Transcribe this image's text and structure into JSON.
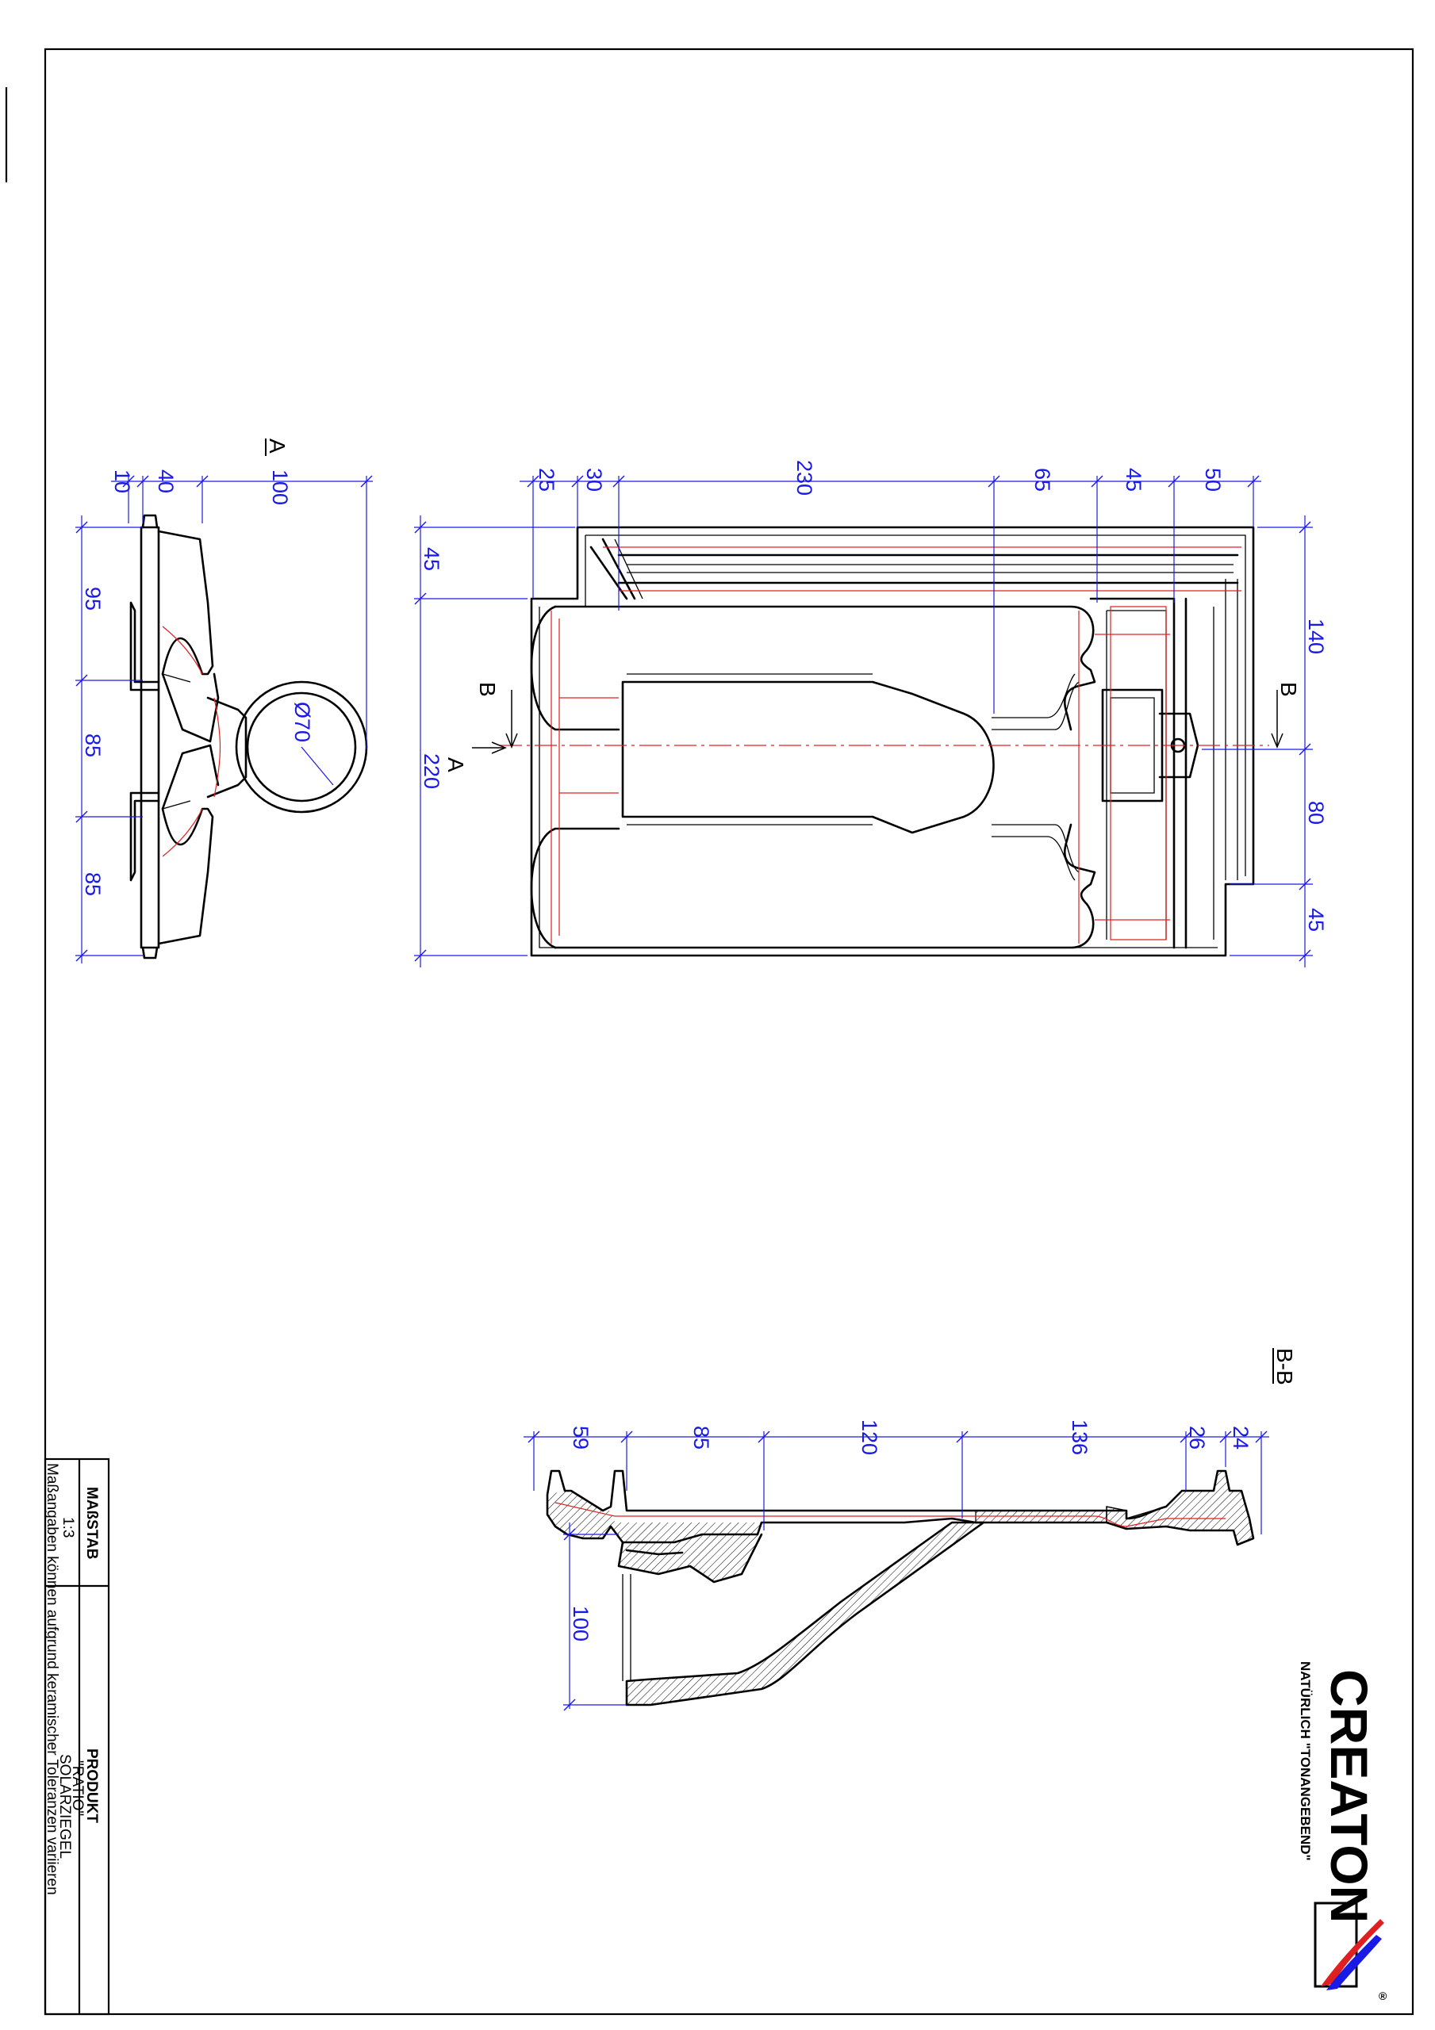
{
  "view_labels": {
    "section_a": "A",
    "section_b": "B",
    "section_bb": "B-B"
  },
  "side_view": {
    "dims_top": [
      "10",
      "40",
      "100"
    ],
    "dims_left": [
      "95",
      "85",
      "85"
    ],
    "diameter": "Ø70"
  },
  "top_view": {
    "dims_top": [
      "25",
      "30",
      "230",
      "65",
      "45",
      "50"
    ],
    "dims_left": [
      "45",
      "220"
    ],
    "dims_right": [
      "140",
      "80",
      "45"
    ]
  },
  "section_view": {
    "dims_top": [
      "59",
      "85",
      "120",
      "136",
      "26",
      "24"
    ],
    "dims_left": [
      "100"
    ]
  },
  "title_block": {
    "scale_header": "MAßSTAB",
    "scale_value": "1:3",
    "product_header": "PRODUKT",
    "product_name": "\"RATIO\"",
    "product_type": "SOLARZIEGEL",
    "note": "Maßangaben  können  aufgrund  keramischer  Toleranzen  variieren"
  },
  "logo": {
    "brand": "CREATON",
    "tagline": "NATÜRLICH \"TONANGEBEND\"",
    "registered": "®"
  },
  "colors": {
    "dimension": "#1a1ae6",
    "centerline": "#e02020",
    "outline": "#000000"
  }
}
